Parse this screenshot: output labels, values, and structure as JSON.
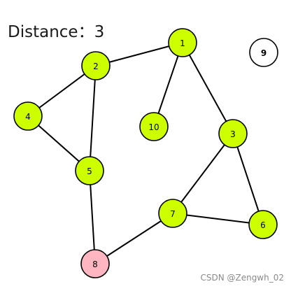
{
  "header": {
    "label": "Distance：",
    "value": "3"
  },
  "colors": {
    "visited": "#ccff00",
    "source": "#ffb6c1",
    "unreached": "#ffffff",
    "edge": "#000000"
  },
  "graph": {
    "nodes": [
      {
        "id": "1",
        "label": "1",
        "state": "visited"
      },
      {
        "id": "2",
        "label": "2",
        "state": "visited"
      },
      {
        "id": "3",
        "label": "3",
        "state": "visited"
      },
      {
        "id": "4",
        "label": "4",
        "state": "visited"
      },
      {
        "id": "5",
        "label": "5",
        "state": "visited"
      },
      {
        "id": "6",
        "label": "6",
        "state": "visited"
      },
      {
        "id": "7",
        "label": "7",
        "state": "visited"
      },
      {
        "id": "8",
        "label": "8",
        "state": "source"
      },
      {
        "id": "9",
        "label": "9",
        "state": "unreached"
      },
      {
        "id": "10",
        "label": "10",
        "state": "visited"
      }
    ],
    "edges": [
      [
        "1",
        "2"
      ],
      [
        "1",
        "10"
      ],
      [
        "1",
        "3"
      ],
      [
        "2",
        "4"
      ],
      [
        "2",
        "5"
      ],
      [
        "4",
        "5"
      ],
      [
        "5",
        "8"
      ],
      [
        "3",
        "7"
      ],
      [
        "3",
        "6"
      ],
      [
        "7",
        "6"
      ],
      [
        "7",
        "8"
      ]
    ]
  },
  "watermark": "CSDN @Zengwh_02"
}
